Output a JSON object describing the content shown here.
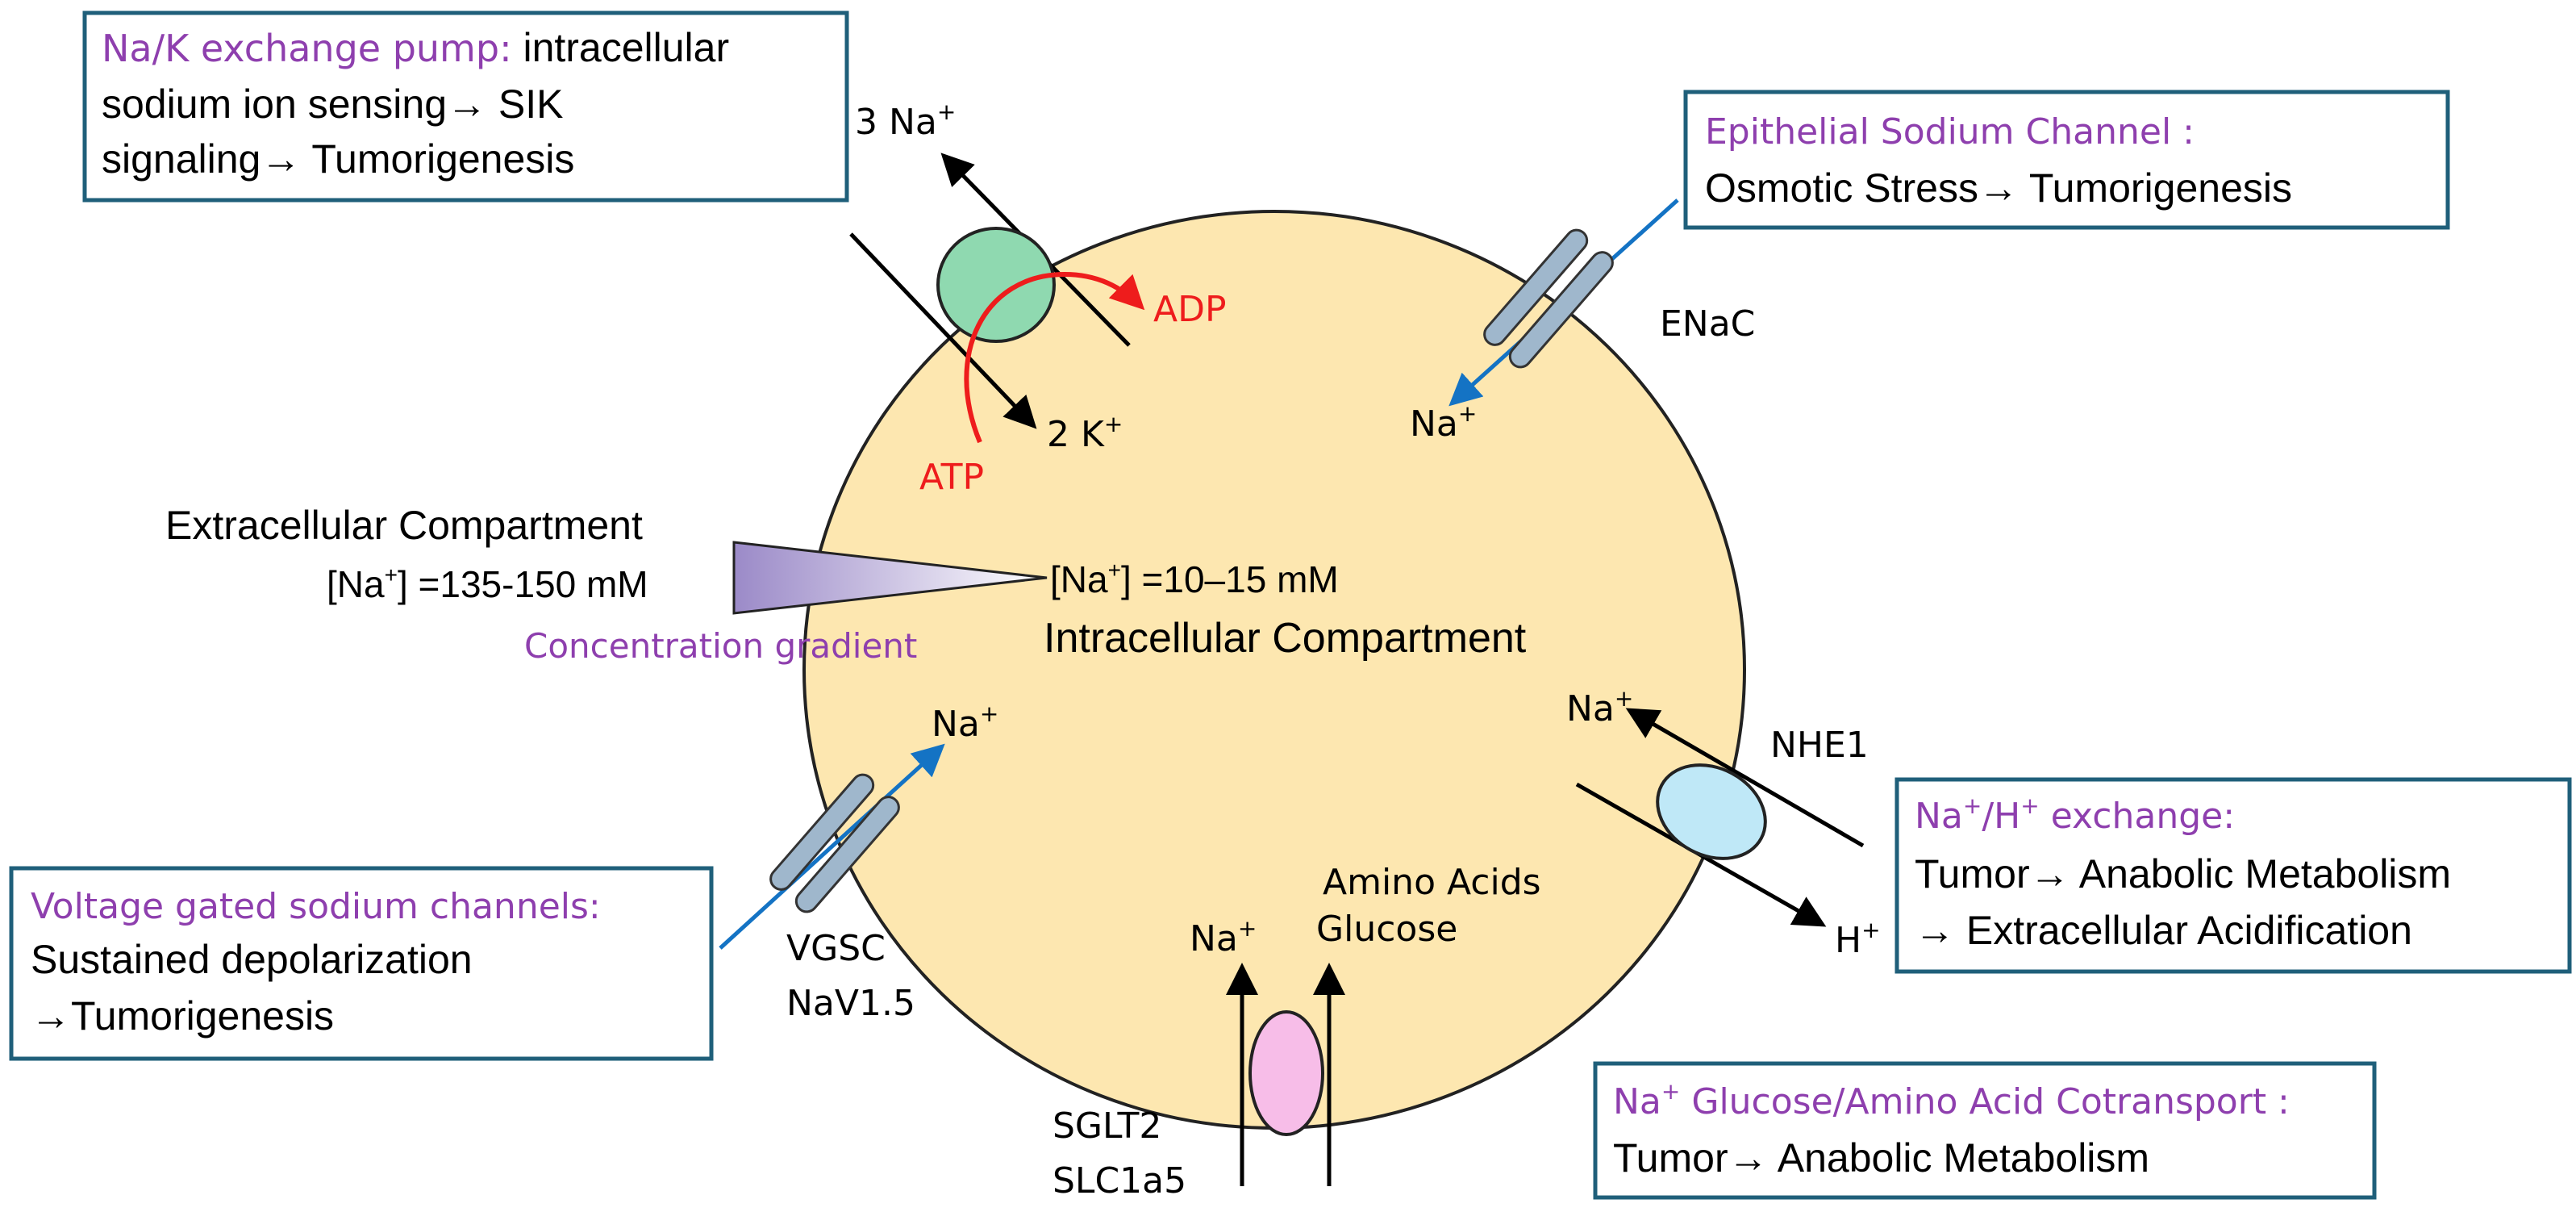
{
  "colors": {
    "cell_fill": "#fde7b0",
    "cell_stroke": "#222222",
    "box_border": "#1f5f7a",
    "purple": "#8e3fae",
    "red": "#ee1c1c",
    "blue_arrow": "#1473c4",
    "pump_fill": "#8fd9b0",
    "nhe_fill": "#bfe8f7",
    "sglt_fill": "#f7bde8",
    "channel_fill": "#9fb7cc",
    "gradient_from": "#ffffff",
    "gradient_to": "#9b8ac8"
  },
  "boxes": {
    "nak": {
      "title": "Na/K exchange pump:",
      "line1_rest": " intracellular",
      "line2": "sodium ion sensing→ SIK",
      "line3": "signaling→ Tumorigenesis"
    },
    "enac": {
      "title": "Epithelial Sodium Channel :",
      "line1": "Osmotic Stress→ Tumorigenesis"
    },
    "nhe": {
      "title_pre": "Na",
      "title_sup1": "+",
      "title_mid": "/H",
      "title_sup2": "+",
      "title_post": " exchange:",
      "line1": "Tumor→ Anabolic Metabolism",
      "line2": "→ Extracellular Acidification"
    },
    "vgsc": {
      "title": "Voltage gated sodium channels:",
      "line1": "Sustained depolarization",
      "line2": "→Tumorigenesis"
    },
    "cotransport": {
      "title_pre": "Na",
      "title_sup": "+",
      "title_post": " Glucose/Amino Acid Cotransport :",
      "line1": "Tumor→ Anabolic Metabolism"
    }
  },
  "labels": {
    "pump_na_out": {
      "text": "3 Na",
      "sup": "+"
    },
    "pump_k_in": {
      "text": "2 K",
      "sup": "+"
    },
    "adp": "ADP",
    "atp": "ATP",
    "enac": "ENaC",
    "enac_na": {
      "text": "Na",
      "sup": "+"
    },
    "extracellular_title": "Extracellular Compartment",
    "extracellular_conc": {
      "pre": "[Na",
      "sup": "+",
      "post": "] =135-150 mM"
    },
    "intracellular_conc": {
      "pre": "[Na",
      "sup": "+",
      "post": "] =10–15 mM"
    },
    "intracellular_title": "Intracellular Compartment",
    "gradient": "Concentration gradient",
    "vgsc_na": {
      "text": "Na",
      "sup": "+"
    },
    "vgsc_name1": "VGSC",
    "vgsc_name2": "NaV1.5",
    "nhe_na": {
      "text": "Na",
      "sup": "+"
    },
    "nhe_h": {
      "text": "H",
      "sup": "+"
    },
    "nhe_name": "NHE1",
    "sglt_na": {
      "text": "Na",
      "sup": "+"
    },
    "amino": "Amino Acids",
    "glucose": "Glucose",
    "sglt_name1": "SGLT2",
    "sglt_name2": "SLC1a5"
  }
}
